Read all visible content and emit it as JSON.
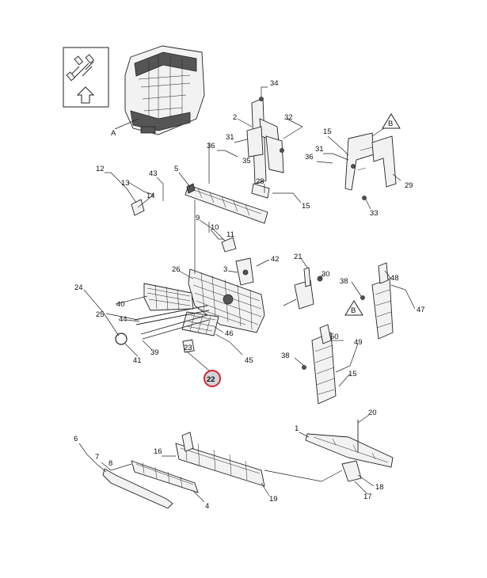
{
  "view_label": "A",
  "ref_marker": "B",
  "highlight": {
    "label": "22",
    "color": "#d8232a"
  },
  "callouts": [
    "34",
    "32",
    "2",
    "31",
    "36",
    "35",
    "15",
    "31",
    "36",
    "29",
    "12",
    "13",
    "14",
    "43",
    "5",
    "28",
    "15",
    "33",
    "9",
    "10",
    "11",
    "26",
    "42",
    "3",
    "21",
    "30",
    "38",
    "48",
    "47",
    "24",
    "25",
    "40",
    "44",
    "39",
    "41",
    "23",
    "46",
    "45",
    "50",
    "49",
    "38",
    "15",
    "20",
    "1",
    "6",
    "7",
    "8",
    "16",
    "4",
    "19",
    "18",
    "17"
  ]
}
